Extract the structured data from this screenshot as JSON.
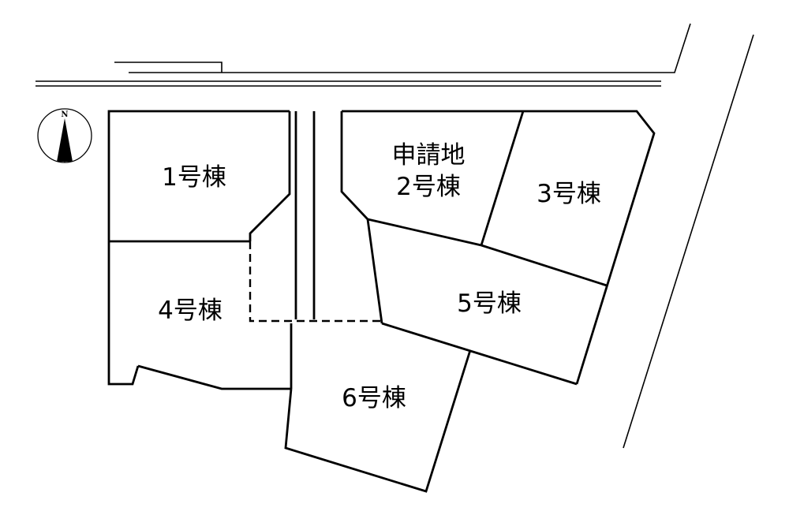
{
  "colors": {
    "line": "#000000",
    "background": "#ffffff"
  },
  "compass": {
    "icon": "north-arrow-icon",
    "letter": "N"
  },
  "lots": {
    "lot1": "1号棟",
    "lot2_designation": "申請地",
    "lot2": "2号棟",
    "lot3": "3号棟",
    "lot4": "4号棟",
    "lot5": "5号棟",
    "lot6": "6号棟"
  }
}
